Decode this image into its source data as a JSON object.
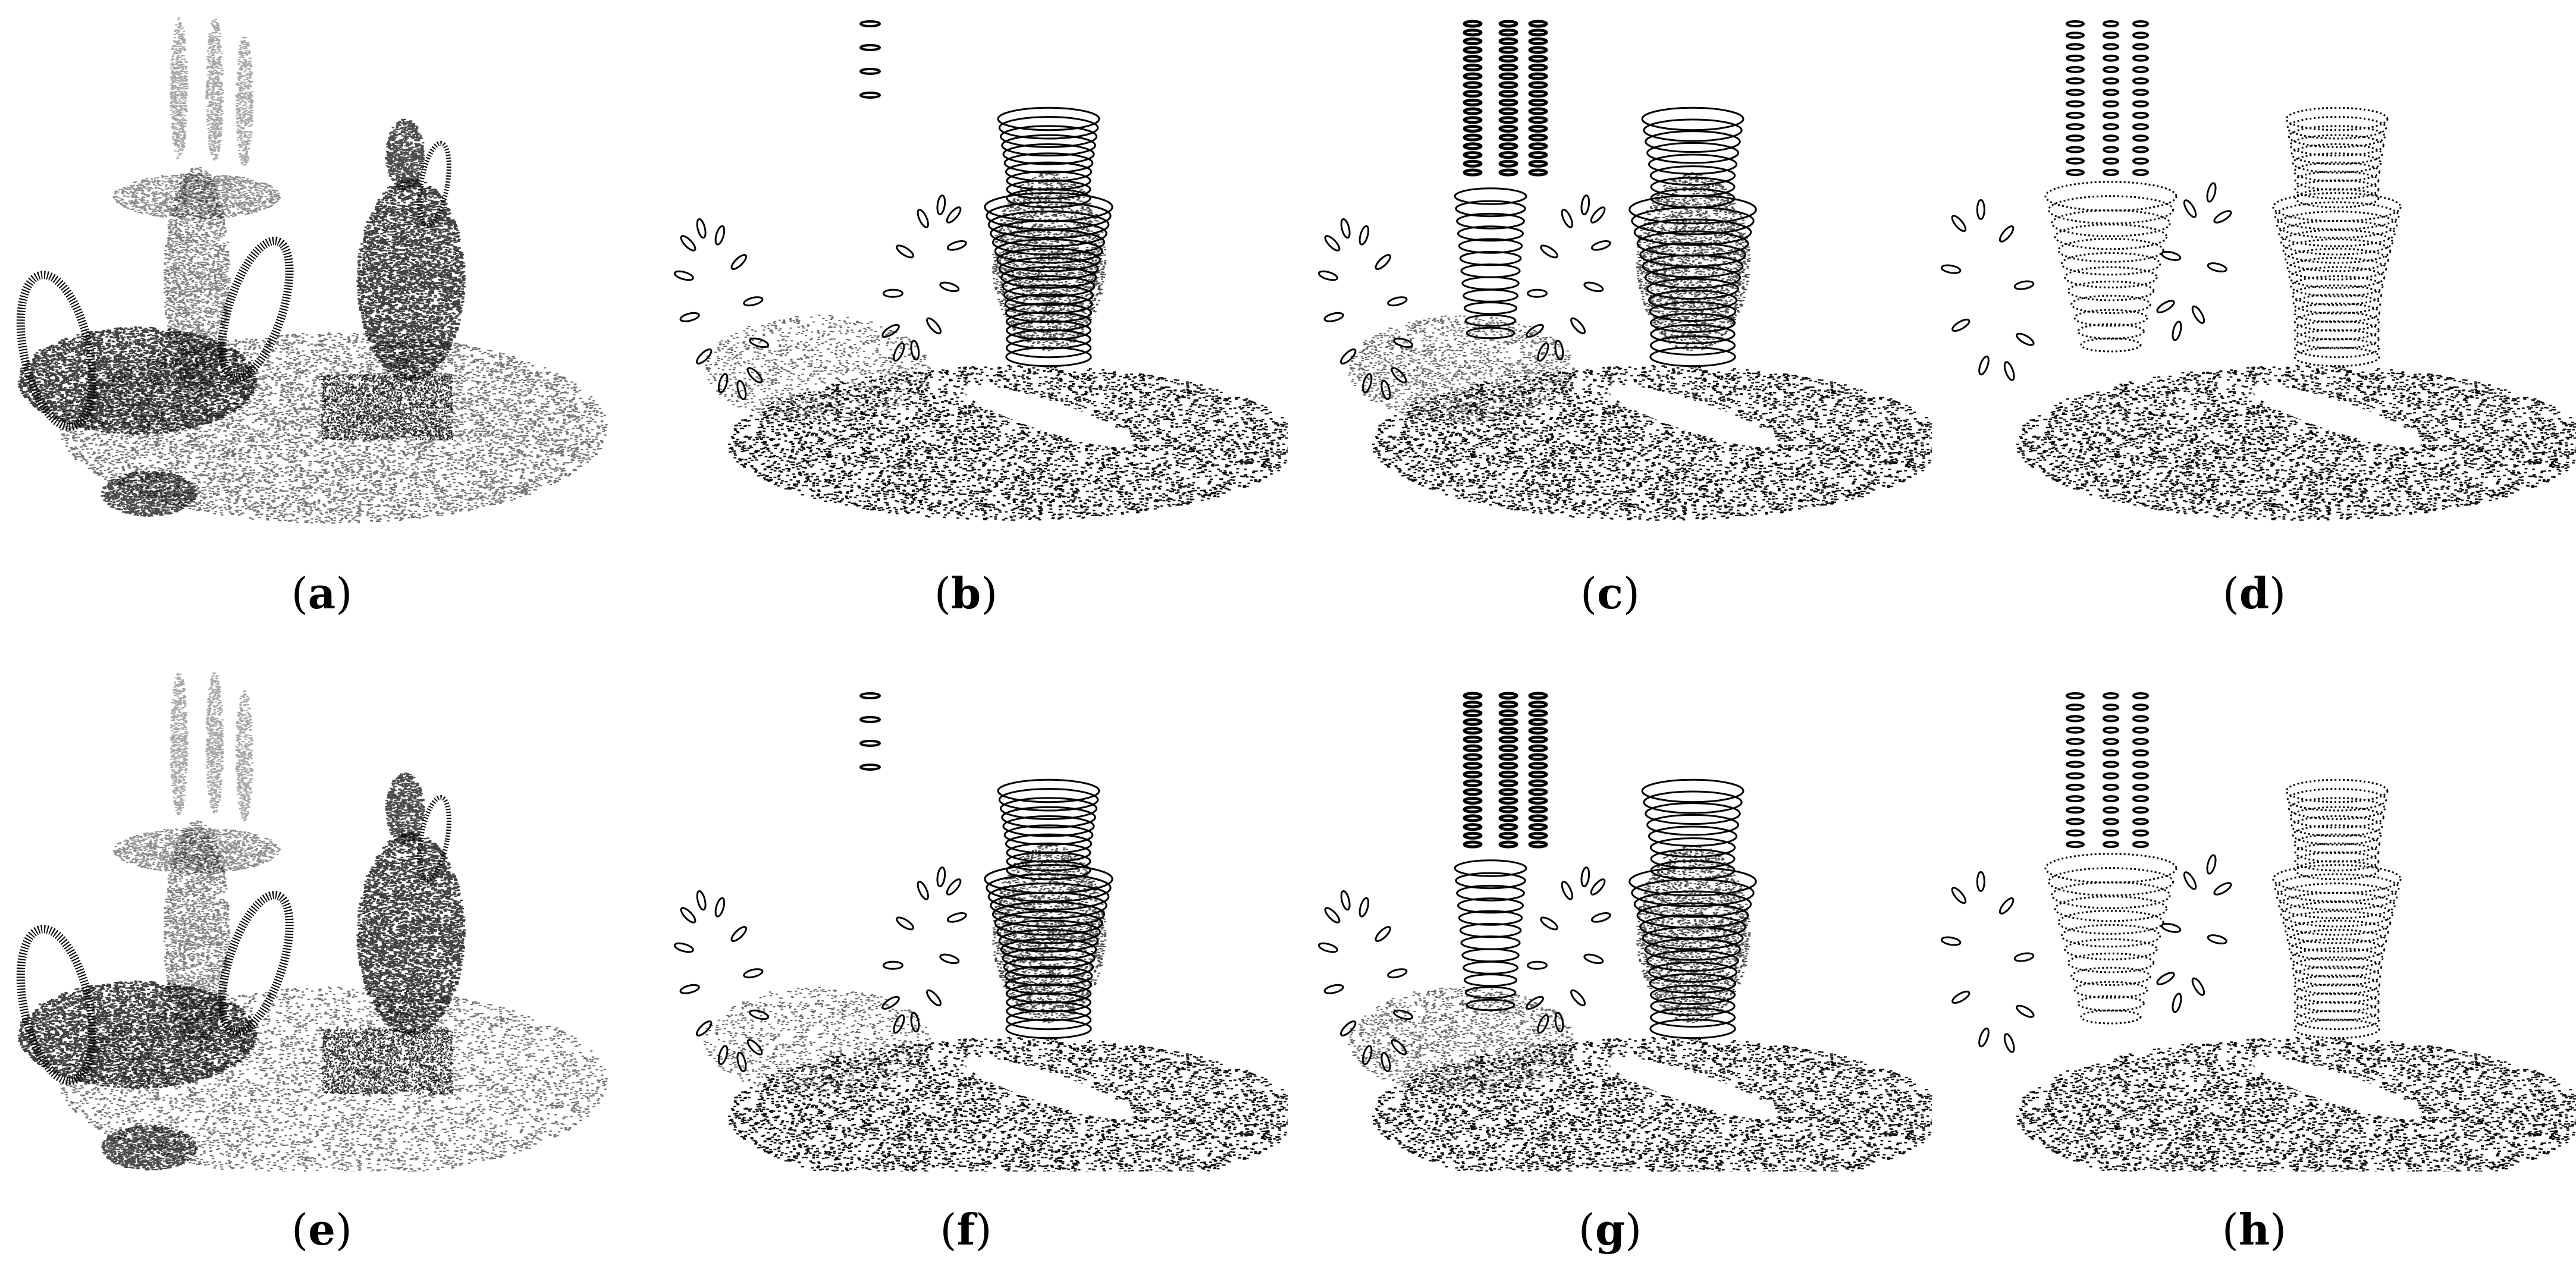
{
  "figure": {
    "panels": [
      {
        "id": "a",
        "label": "a",
        "style": "dense-gray"
      },
      {
        "id": "b",
        "label": "b",
        "style": "rings-sparse"
      },
      {
        "id": "c",
        "label": "c",
        "style": "rings-dense"
      },
      {
        "id": "d",
        "label": "d",
        "style": "rings-open"
      },
      {
        "id": "e",
        "label": "e",
        "style": "dense-gray"
      },
      {
        "id": "f",
        "label": "f",
        "style": "rings-sparse"
      },
      {
        "id": "g",
        "label": "g",
        "style": "rings-dense"
      },
      {
        "id": "h",
        "label": "h",
        "style": "rings-open"
      }
    ],
    "colors": {
      "points": "#000000",
      "background": "#ffffff"
    }
  }
}
